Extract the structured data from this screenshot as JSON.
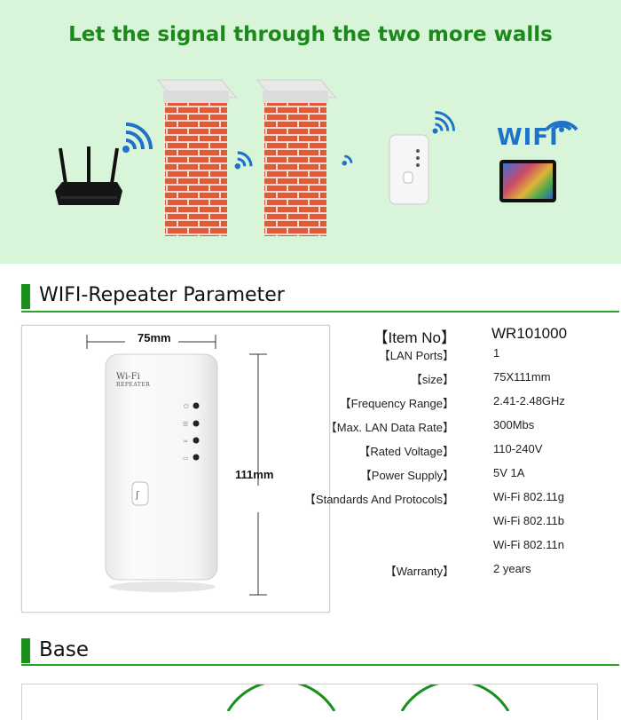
{
  "banner": {
    "title": "Let the signal through the two more walls",
    "wifi_word": "WIFI",
    "colors": {
      "background": "#d9f5d9",
      "title": "#1b8a1b",
      "signal": "#1e73c8",
      "brick": "#e4583a"
    }
  },
  "parameter_section": {
    "title": "WIFI-Repeater Parameter",
    "device_label_line1": "Wi-Fi",
    "device_label_line2": "REPEATER",
    "width_label": "75mm",
    "height_label": "111mm"
  },
  "specs": [
    {
      "label": "【Item No】",
      "value": "WR101000"
    },
    {
      "label": "【LAN Ports】",
      "value": "1"
    },
    {
      "label": "【size】",
      "value": "75X111mm"
    },
    {
      "label": "【Frequency Range】",
      "value": "2.41-2.48GHz"
    },
    {
      "label": "【Max. LAN Data Rate】",
      "value": "300Mbs"
    },
    {
      "label": "【Rated Voltage】",
      "value": "110-240V"
    },
    {
      "label": "【Power Supply】",
      "value": "5V 1A"
    },
    {
      "label": "【Standards And Protocols】",
      "value": "Wi-Fi 802.11g"
    },
    {
      "label": "",
      "value": "Wi-Fi 802.11b"
    },
    {
      "label": "",
      "value": "Wi-Fi 802.11n"
    },
    {
      "label": "【Warranty】",
      "value": "2 years"
    }
  ],
  "base_section": {
    "title": "Base"
  }
}
